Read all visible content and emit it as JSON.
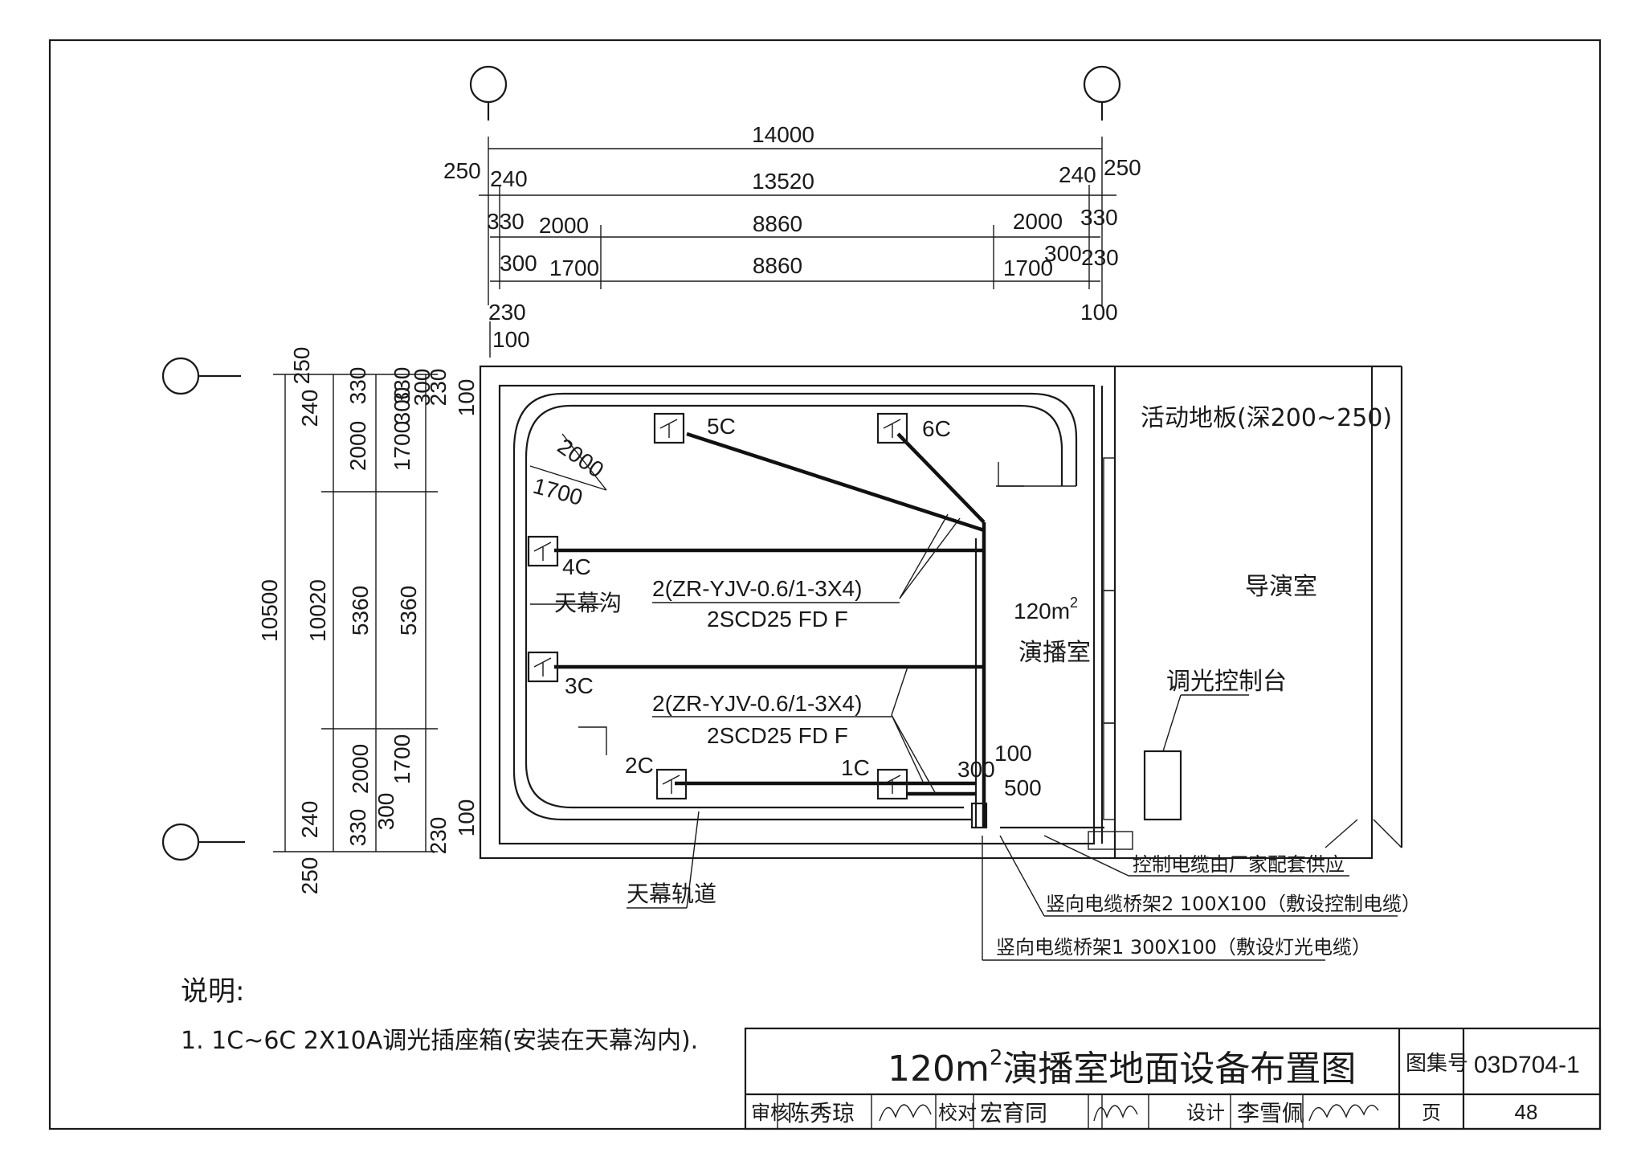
{
  "dims": {
    "top": [
      "14000",
      "250",
      "240",
      "13520",
      "240",
      "250",
      "330",
      "2000",
      "8860",
      "2000",
      "330",
      "300",
      "1700",
      "8860",
      "1700",
      "300",
      "230",
      "230",
      "100",
      "100"
    ],
    "left": [
      "250",
      "240",
      "330",
      "2000",
      "330",
      "300",
      "1700",
      "300",
      "230",
      "100",
      "10500",
      "10020",
      "5360",
      "5360",
      "2000",
      "2000",
      "1700",
      "330",
      "300",
      "240",
      "230",
      "100",
      "250"
    ],
    "inner": [
      "2000",
      "1700",
      "300",
      "100",
      "500"
    ]
  },
  "boxes": {
    "c5": "5C",
    "c6": "6C",
    "c4": "4C",
    "c3": "3C",
    "c2": "2C",
    "c1": "1C"
  },
  "labels": {
    "curtain_trench": "天幕沟",
    "curtain_track": "天幕轨道",
    "cable1": "2(ZR-YJV-0.6/1-3X4)",
    "conduit1": "2SCD25 FD F",
    "cable2": "2(ZR-YJV-0.6/1-3X4)",
    "conduit2": "2SCD25 FD F",
    "area": "120m",
    "area_sup": "2",
    "studio": "演播室",
    "raised_floor": "活动地板(深200~250)",
    "director_room": "导演室",
    "dimmer_console": "调光控制台",
    "control_cable_note": "控制电缆由厂家配套供应",
    "tray2": "竖向电缆桥架2 100X100（敷设控制电缆）",
    "tray1": "竖向电缆桥架1 300X100（敷设灯光电缆）"
  },
  "notes": {
    "heading": "说明:",
    "item1": "1. 1C~6C 2X10A调光插座箱(安装在天幕沟内)."
  },
  "title_block": {
    "title": "120m",
    "title_sup": "2",
    "title_rest": "演播室地面设备布置图",
    "atlas_label": "图集号",
    "atlas_no": "03D704-1",
    "review_label": "审核",
    "reviewer": "陈秀琼",
    "check_label": "校对",
    "checker": "宏育同",
    "design_label": "设计",
    "designer": "李雪佩",
    "page_label": "页",
    "page_no": "48"
  }
}
